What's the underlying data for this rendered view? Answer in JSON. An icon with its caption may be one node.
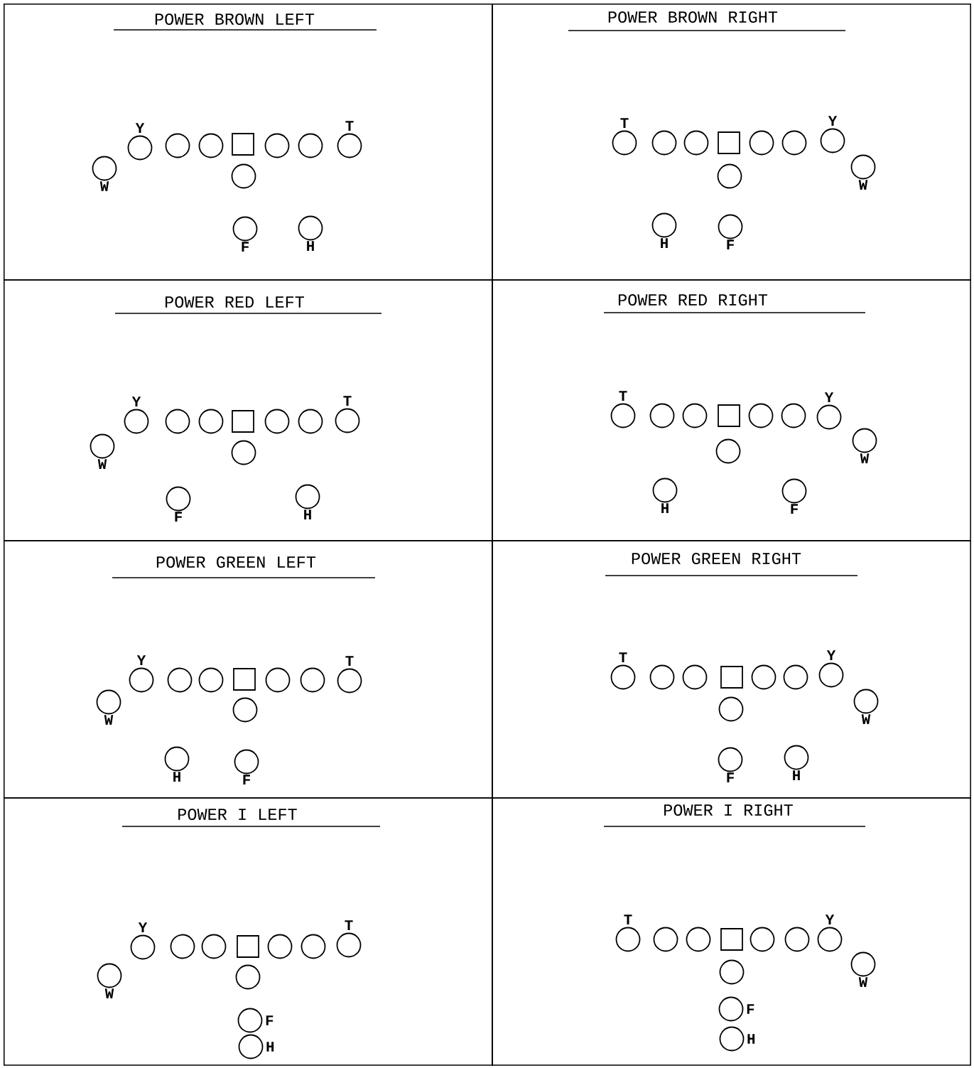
{
  "diagram": {
    "nodes": [
      {
        "text": [
          "POWER BROWN LEFT"
        ]
      },
      {
        "text": [],
        "shape": "circle",
        "in": 0,
        "beside": [
          "Y"
        ]
      },
      {
        "text": [],
        "shape": "circle",
        "in": 0
      },
      {
        "text": [],
        "shape": "circle",
        "in": 0
      },
      {
        "text": [],
        "shape": "box",
        "in": 0
      },
      {
        "text": [],
        "shape": "circle",
        "in": 0
      },
      {
        "text": [],
        "shape": "circle",
        "in": 0
      },
      {
        "text": [],
        "shape": "circle",
        "in": 0,
        "beside": [
          "T"
        ]
      },
      {
        "text": [],
        "shape": "circle",
        "in": 0,
        "beside": [
          "W"
        ]
      },
      {
        "text": [],
        "shape": "circle",
        "in": 0
      },
      {
        "text": [],
        "shape": "circle",
        "in": 0,
        "beside": [
          "F"
        ]
      },
      {
        "text": [],
        "shape": "circle",
        "in": 0,
        "beside": [
          "H"
        ]
      },
      {
        "text": [
          "POWER BROWN RIGHT"
        ]
      },
      {
        "text": [],
        "shape": "circle",
        "in": 12,
        "beside": [
          "T"
        ]
      },
      {
        "text": [],
        "shape": "circle",
        "in": 12
      },
      {
        "text": [],
        "shape": "circle",
        "in": 12
      },
      {
        "text": [],
        "shape": "box",
        "in": 12
      },
      {
        "text": [],
        "shape": "circle",
        "in": 12
      },
      {
        "text": [],
        "shape": "circle",
        "in": 12
      },
      {
        "text": [],
        "shape": "circle",
        "in": 12,
        "beside": [
          "Y"
        ]
      },
      {
        "text": [],
        "shape": "circle",
        "in": 12,
        "beside": [
          "W"
        ]
      },
      {
        "text": [],
        "shape": "circle",
        "in": 12
      },
      {
        "text": [],
        "shape": "circle",
        "in": 12,
        "beside": [
          "H"
        ]
      },
      {
        "text": [],
        "shape": "circle",
        "in": 12,
        "beside": [
          "F"
        ]
      },
      {
        "text": [
          "POWER RED LEFT"
        ]
      },
      {
        "text": [],
        "shape": "circle",
        "in": 24,
        "beside": [
          "Y"
        ]
      },
      {
        "text": [],
        "shape": "circle",
        "in": 24
      },
      {
        "text": [],
        "shape": "circle",
        "in": 24
      },
      {
        "text": [],
        "shape": "box",
        "in": 24
      },
      {
        "text": [],
        "shape": "circle",
        "in": 24
      },
      {
        "text": [],
        "shape": "circle",
        "in": 24
      },
      {
        "text": [],
        "shape": "circle",
        "in": 24,
        "beside": [
          "T"
        ]
      },
      {
        "text": [],
        "shape": "circle",
        "in": 24,
        "beside": [
          "W"
        ]
      },
      {
        "text": [],
        "shape": "circle",
        "in": 24
      },
      {
        "text": [],
        "shape": "circle",
        "in": 24,
        "beside": [
          "F"
        ]
      },
      {
        "text": [],
        "shape": "circle",
        "in": 24,
        "beside": [
          "H"
        ]
      },
      {
        "text": [
          "POWER RED RIGHT"
        ]
      },
      {
        "text": [],
        "shape": "circle",
        "in": 36,
        "beside": [
          "T"
        ]
      },
      {
        "text": [],
        "shape": "circle",
        "in": 36
      },
      {
        "text": [],
        "shape": "circle",
        "in": 36
      },
      {
        "text": [],
        "shape": "box",
        "in": 36
      },
      {
        "text": [],
        "shape": "circle",
        "in": 36
      },
      {
        "text": [],
        "shape": "circle",
        "in": 36
      },
      {
        "text": [],
        "shape": "circle",
        "in": 36,
        "beside": [
          "Y"
        ]
      },
      {
        "text": [],
        "shape": "circle",
        "in": 36,
        "beside": [
          "W"
        ]
      },
      {
        "text": [],
        "shape": "circle",
        "in": 36
      },
      {
        "text": [],
        "shape": "circle",
        "in": 36,
        "beside": [
          "H"
        ]
      },
      {
        "text": [],
        "shape": "circle",
        "in": 36,
        "beside": [
          "F"
        ]
      },
      {
        "text": [
          "POWER GREEN LEFT"
        ]
      },
      {
        "text": [],
        "shape": "circle",
        "in": 48,
        "beside": [
          "Y"
        ]
      },
      {
        "text": [],
        "shape": "circle",
        "in": 48
      },
      {
        "text": [],
        "shape": "circle",
        "in": 48
      },
      {
        "text": [],
        "shape": "box",
        "in": 48
      },
      {
        "text": [],
        "shape": "circle",
        "in": 48
      },
      {
        "text": [],
        "shape": "circle",
        "in": 48
      },
      {
        "text": [],
        "shape": "circle",
        "in": 48,
        "beside": [
          "T"
        ]
      },
      {
        "text": [],
        "shape": "circle",
        "in": 48,
        "beside": [
          "W"
        ]
      },
      {
        "text": [],
        "shape": "circle",
        "in": 48
      },
      {
        "text": [],
        "shape": "circle",
        "in": 48,
        "beside": [
          "H"
        ]
      },
      {
        "text": [],
        "shape": "circle",
        "in": 48,
        "beside": [
          "F"
        ]
      },
      {
        "text": [
          "POWER GREEN RIGHT"
        ]
      },
      {
        "text": [],
        "shape": "circle",
        "in": 60,
        "beside": [
          "T"
        ]
      },
      {
        "text": [],
        "shape": "circle",
        "in": 60
      },
      {
        "text": [],
        "shape": "circle",
        "in": 60
      },
      {
        "text": [],
        "shape": "box",
        "in": 60
      },
      {
        "text": [],
        "shape": "circle",
        "in": 60
      },
      {
        "text": [],
        "shape": "circle",
        "in": 60
      },
      {
        "text": [],
        "shape": "circle",
        "in": 60,
        "beside": [
          "Y"
        ]
      },
      {
        "text": [],
        "shape": "circle",
        "in": 60,
        "beside": [
          "W"
        ]
      },
      {
        "text": [],
        "shape": "circle",
        "in": 60
      },
      {
        "text": [],
        "shape": "circle",
        "in": 60,
        "beside": [
          "F"
        ]
      },
      {
        "text": [],
        "shape": "circle",
        "in": 60,
        "beside": [
          "H"
        ]
      },
      {
        "text": [
          "POWER I LEFT"
        ]
      },
      {
        "text": [],
        "shape": "circle",
        "in": 72,
        "beside": [
          "Y"
        ]
      },
      {
        "text": [],
        "shape": "circle",
        "in": 72
      },
      {
        "text": [],
        "shape": "circle",
        "in": 72
      },
      {
        "text": [],
        "shape": "box",
        "in": 72
      },
      {
        "text": [],
        "shape": "circle",
        "in": 72
      },
      {
        "text": [],
        "shape": "circle",
        "in": 72
      },
      {
        "text": [],
        "shape": "circle",
        "in": 72,
        "beside": [
          "T"
        ]
      },
      {
        "text": [],
        "shape": "circle",
        "in": 72,
        "beside": [
          "W"
        ]
      },
      {
        "text": [],
        "shape": "circle",
        "in": 72
      },
      {
        "text": [],
        "shape": "circle",
        "in": 72,
        "beside": [
          "F"
        ]
      },
      {
        "text": [],
        "shape": "circle",
        "in": 72,
        "beside": [
          "H"
        ]
      },
      {
        "text": [
          "POWER I RIGHT"
        ]
      },
      {
        "text": [],
        "shape": "circle",
        "in": 84,
        "beside": [
          "T"
        ]
      },
      {
        "text": [],
        "shape": "circle",
        "in": 84
      },
      {
        "text": [],
        "shape": "circle",
        "in": 84
      },
      {
        "text": [],
        "shape": "box",
        "in": 84
      },
      {
        "text": [],
        "shape": "circle",
        "in": 84
      },
      {
        "text": [],
        "shape": "circle",
        "in": 84
      },
      {
        "text": [],
        "shape": "circle",
        "in": 84,
        "beside": [
          "Y"
        ]
      },
      {
        "text": [],
        "shape": "circle",
        "in": 84,
        "beside": [
          "W"
        ]
      },
      {
        "text": [],
        "shape": "circle",
        "in": 84
      },
      {
        "text": [],
        "shape": "circle",
        "in": 84,
        "beside": [
          "F"
        ]
      },
      {
        "text": [],
        "shape": "circle",
        "in": 84,
        "beside": [
          "H"
        ]
      }
    ]
  }
}
